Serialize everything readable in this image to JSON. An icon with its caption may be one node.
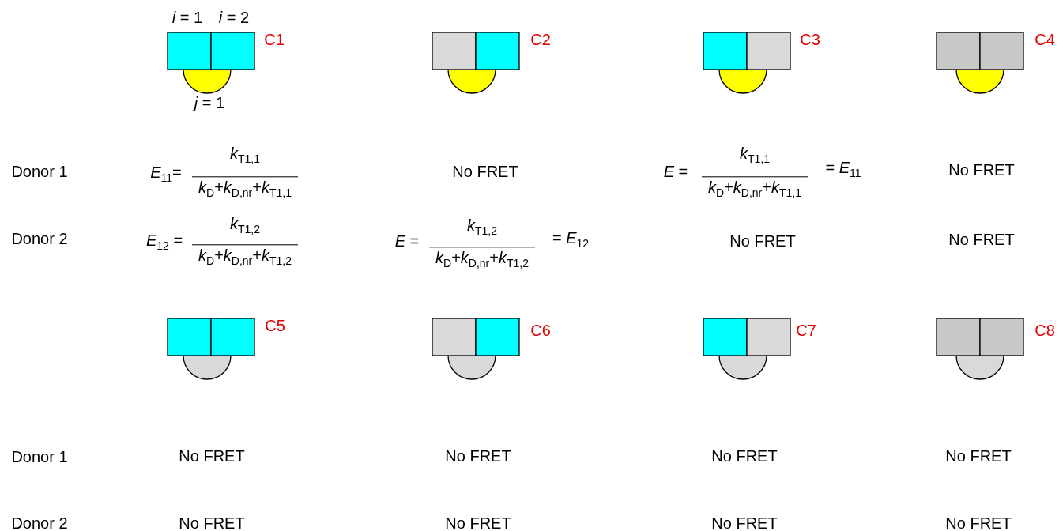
{
  "diagram": {
    "labels": [
      "*i* = 1",
      "*i* = 2",
      "C1",
      "C2",
      "C3",
      "C4",
      "*j* = 1",
      "Donor 1",
      "*E*$_{11}$=",
      "*k*$_{T1,1}$",
      "*k*$_{D}$+*k*$_{D,nr}$+*k*$_{T1,1}$",
      "No FRET",
      "*E* =",
      "*k*$_{T1,1}$",
      "*k*$_{D}$+*k*$_{D,nr}$+*k*$_{T1,1}$",
      "= *E*$_{11}$",
      "No FRET",
      "Donor 2",
      "*E*$_{12}$ =",
      "*k*$_{T1,2}$",
      "*k*$_{D}$+*k*$_{D,nr}$+*k*$_{T1,2}$",
      "*E* =",
      "*k*$_{T1,2}$",
      "*k*$_{D}$+*k*$_{D,nr}$+*k*$_{T1,2}$",
      "= *E*$_{12}$",
      "No FRET",
      "No FRET",
      "C5",
      "C6",
      "C7",
      "C8",
      "Donor 1",
      "No FRET",
      "No FRET",
      "No FRET",
      "No FRET",
      "Donor 2",
      "No FRET",
      "No FRET",
      "No FRET",
      "No FRET"
    ]
  }
}
